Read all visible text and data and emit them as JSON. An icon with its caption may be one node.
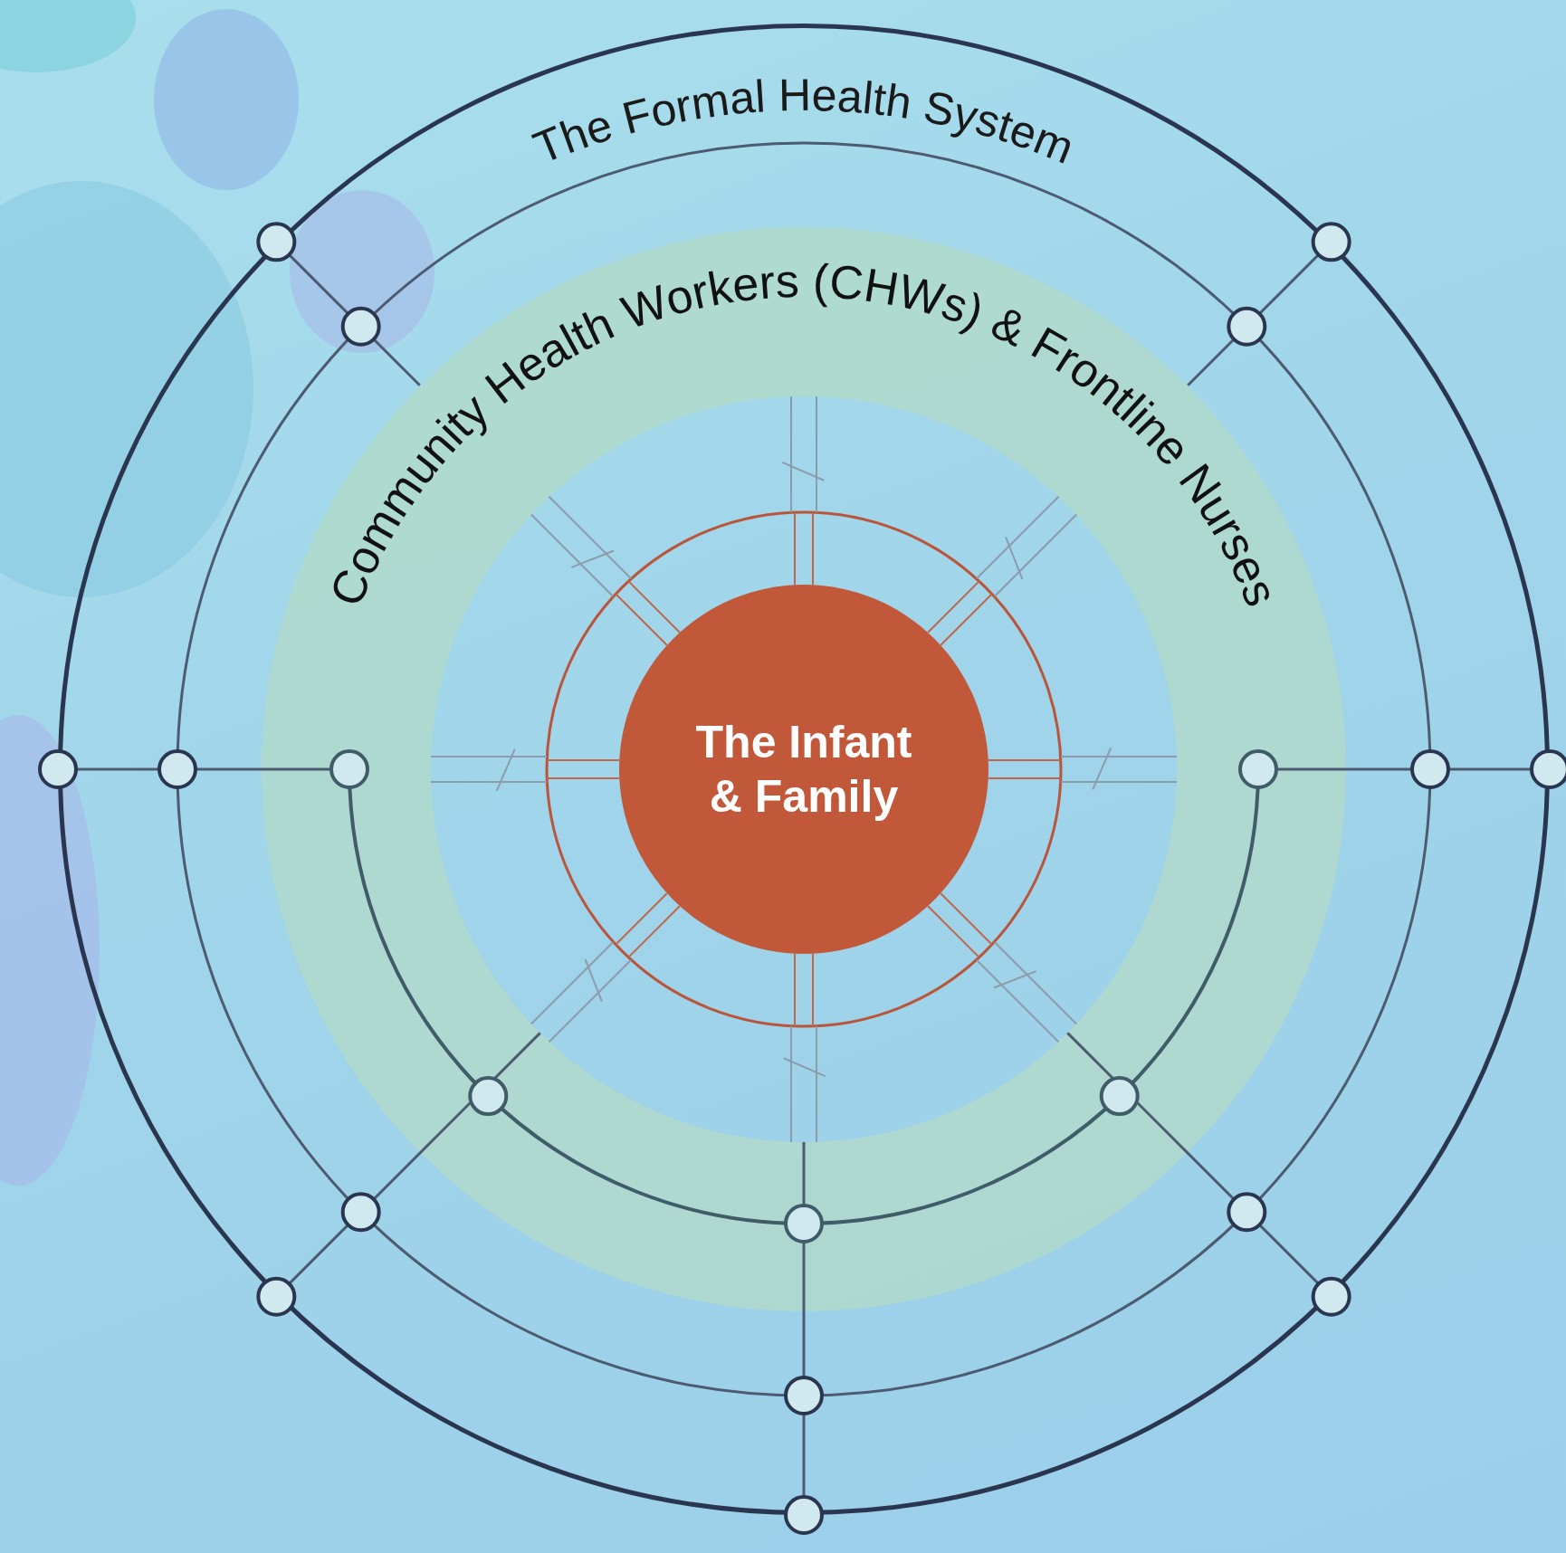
{
  "diagram": {
    "nodes": [
      {
        "text": [
          "The Formal Health System"
        ]
      },
      {
        "text": [
          "Community Health Workers (CHWs) & Frontline Nurses"
        ],
        "in": 0
      },
      {
        "text": [
          "The Infant & Family"
        ],
        "in": 1
      }
    ]
  }
}
